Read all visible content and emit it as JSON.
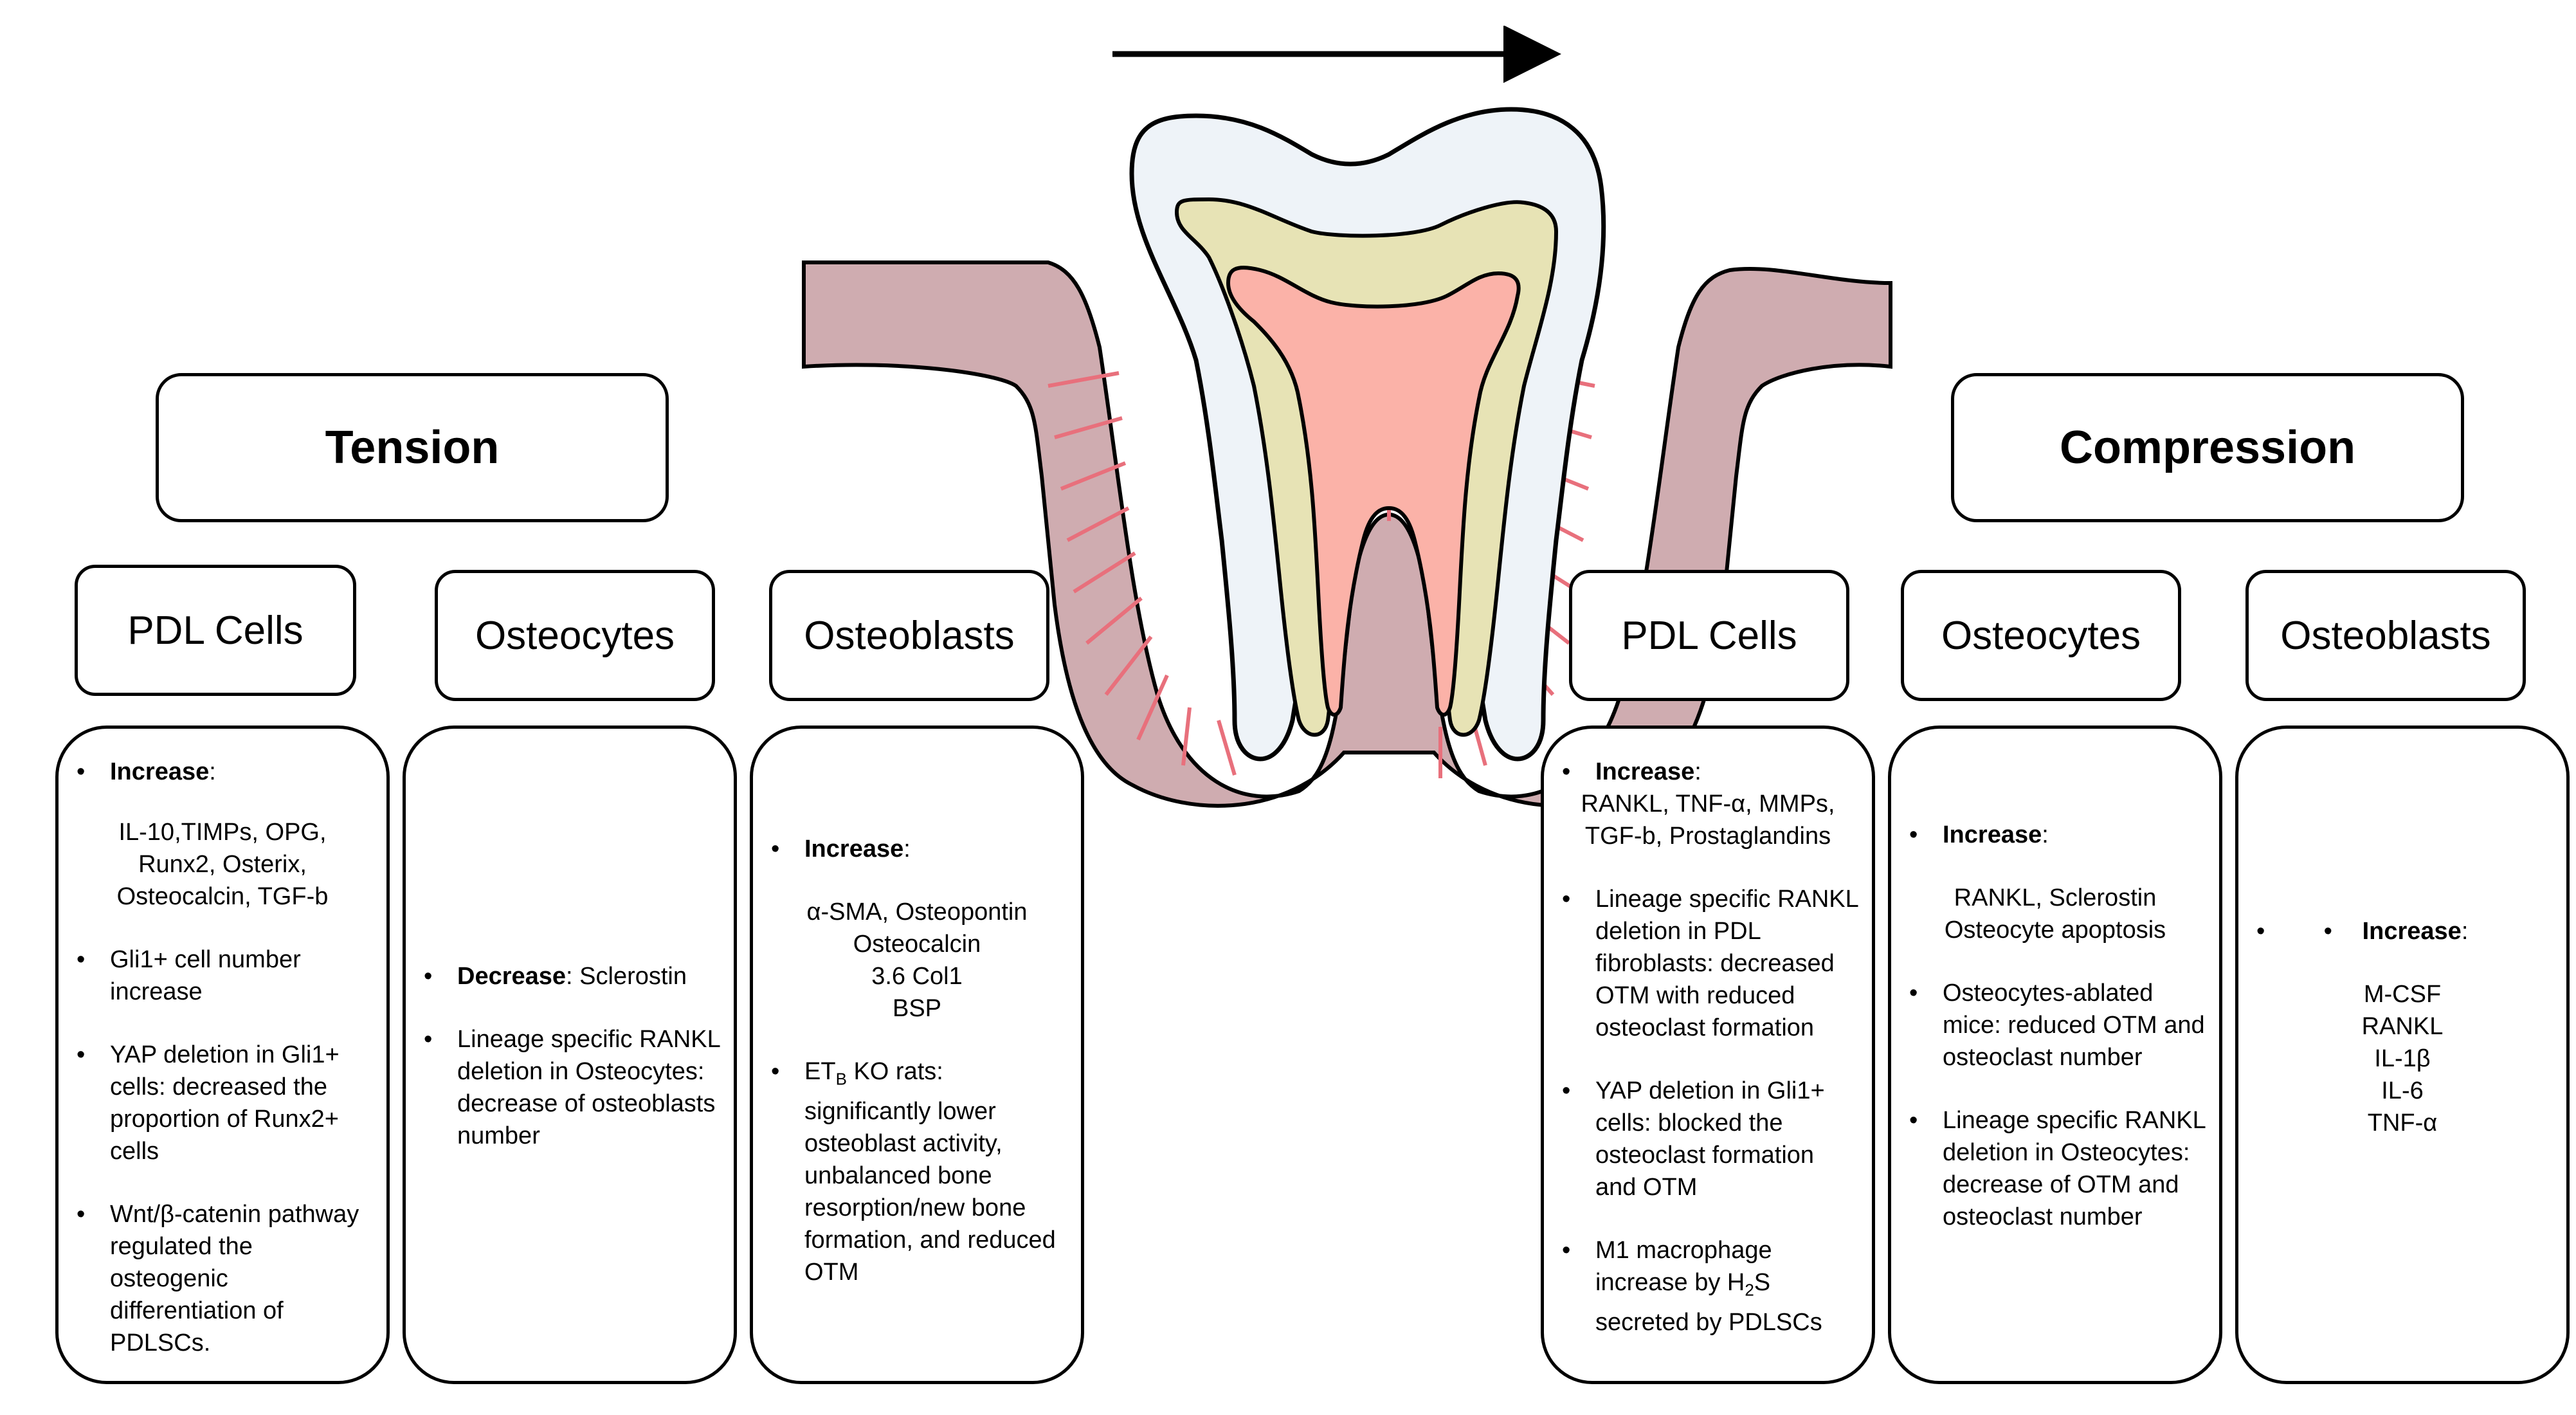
{
  "sides": {
    "tension": {
      "title": "Tension",
      "cells": {
        "pdl": {
          "label": "PDL Cells",
          "increase_label": "Increase",
          "increase_items": [
            "IL-10,TIMPs, OPG,",
            "Runx2, Osterix,",
            "Osteocalcin, TGF-b"
          ],
          "bullets": [
            "Gli1+ cell number increase",
            "YAP deletion in Gli1+ cells: decreased the proportion of Runx2+ cells",
            "Wnt/β-catenin pathway regulated the osteogenic differentiation of PDLSCs."
          ]
        },
        "osteocytes": {
          "label": "Osteocytes",
          "decrease_label": "Decrease",
          "decrease_text": ": Sclerostin",
          "bullets": [
            "Lineage specific RANKL deletion in Osteocytes: decrease of osteoblasts number"
          ]
        },
        "osteoblasts": {
          "label": "Osteoblasts",
          "increase_label": "Increase",
          "increase_items": [
            "α-SMA, Osteopontin",
            "Osteocalcin",
            "3.6 Col1",
            "BSP"
          ],
          "etb_prefix": "ET",
          "etb_sub": "B",
          "etb_text": " KO rats: significantly lower osteoblast activity, unbalanced bone resorption/new bone formation, and reduced OTM"
        }
      }
    },
    "compression": {
      "title": "Compression",
      "cells": {
        "pdl": {
          "label": "PDL Cells",
          "increase_label": "Increase",
          "increase_items": [
            "RANKL, TNF-α, MMPs,",
            "TGF-b, Prostaglandins"
          ],
          "bullets": [
            "Lineage specific RANKL deletion in PDL fibroblasts: decreased OTM with reduced osteoclast formation",
            "YAP deletion in Gli1+ cells: blocked the osteoclast formation and OTM"
          ],
          "m1_prefix": "M1 macrophage increase by H",
          "m1_sub": "2",
          "m1_suffix": "S secreted by PDLSCs"
        },
        "osteocytes": {
          "label": "Osteocytes",
          "increase_label": "Increase",
          "increase_items": [
            "RANKL, Sclerostin",
            "Osteocyte apoptosis"
          ],
          "bullets": [
            "Osteocytes-ablated mice: reduced OTM and osteoclast number",
            "Lineage specific RANKL deletion in Osteocytes: decrease of OTM and osteoclast number"
          ]
        },
        "osteoblasts": {
          "label": "Osteoblasts",
          "increase_label": "Increase",
          "increase_items": [
            "M-CSF",
            "RANKL",
            "IL-1β",
            "IL-6",
            "TNF-α"
          ]
        }
      }
    }
  },
  "colors": {
    "enamel": "#eef3f8",
    "dentin": "#e7e3b5",
    "pulp": "#fbb2a8",
    "gum": "#cfacb0",
    "pdl_lines": "#e8707c"
  }
}
